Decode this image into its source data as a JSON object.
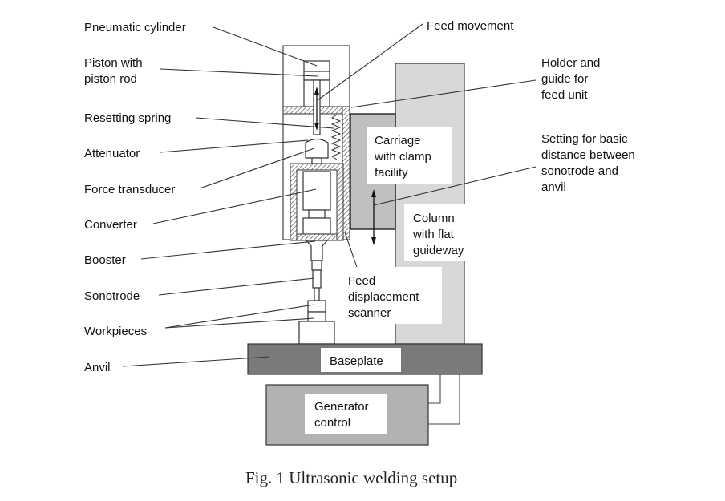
{
  "figure": {
    "caption": "Fig. 1 Ultrasonic welding setup",
    "colors": {
      "column": "#d8d8d8",
      "carriage": "#c0c0c0",
      "baseplate": "#7a7a7a",
      "generator": "#b2b2b2",
      "anvil_line": "#333333"
    }
  },
  "left_labels": [
    {
      "id": "pneumatic-cylinder",
      "lines": [
        "Pneumatic cylinder"
      ]
    },
    {
      "id": "piston-with-piston-rod",
      "lines": [
        "Piston with",
        "piston rod"
      ]
    },
    {
      "id": "resetting-spring",
      "lines": [
        "Resetting spring"
      ]
    },
    {
      "id": "attenuator",
      "lines": [
        "Attenuator"
      ]
    },
    {
      "id": "force-transducer",
      "lines": [
        "Force transducer"
      ]
    },
    {
      "id": "converter",
      "lines": [
        "Converter"
      ]
    },
    {
      "id": "booster",
      "lines": [
        "Booster"
      ]
    },
    {
      "id": "sonotrode",
      "lines": [
        "Sonotrode"
      ]
    },
    {
      "id": "workpieces",
      "lines": [
        "Workpieces"
      ]
    },
    {
      "id": "anvil",
      "lines": [
        "Anvil"
      ]
    }
  ],
  "right_labels": [
    {
      "id": "feed-movement",
      "lines": [
        "Feed movement"
      ]
    },
    {
      "id": "holder-and-guide",
      "lines": [
        "Holder and",
        "guide for",
        "feed unit"
      ]
    },
    {
      "id": "setting-basic-distance",
      "lines": [
        "Setting for basic",
        "distance between",
        "sonotrode and",
        "anvil"
      ]
    }
  ],
  "boxed_labels": [
    {
      "id": "carriage",
      "lines": [
        "Carriage",
        "with clamp",
        "facility"
      ]
    },
    {
      "id": "column",
      "lines": [
        "Column",
        "with flat",
        "guideway"
      ]
    },
    {
      "id": "feed-displacement-scanner",
      "lines": [
        "Feed",
        "displacement",
        "scanner"
      ]
    },
    {
      "id": "baseplate",
      "lines": [
        "Baseplate"
      ]
    },
    {
      "id": "generator-control",
      "lines": [
        "Generator",
        "control"
      ]
    }
  ]
}
